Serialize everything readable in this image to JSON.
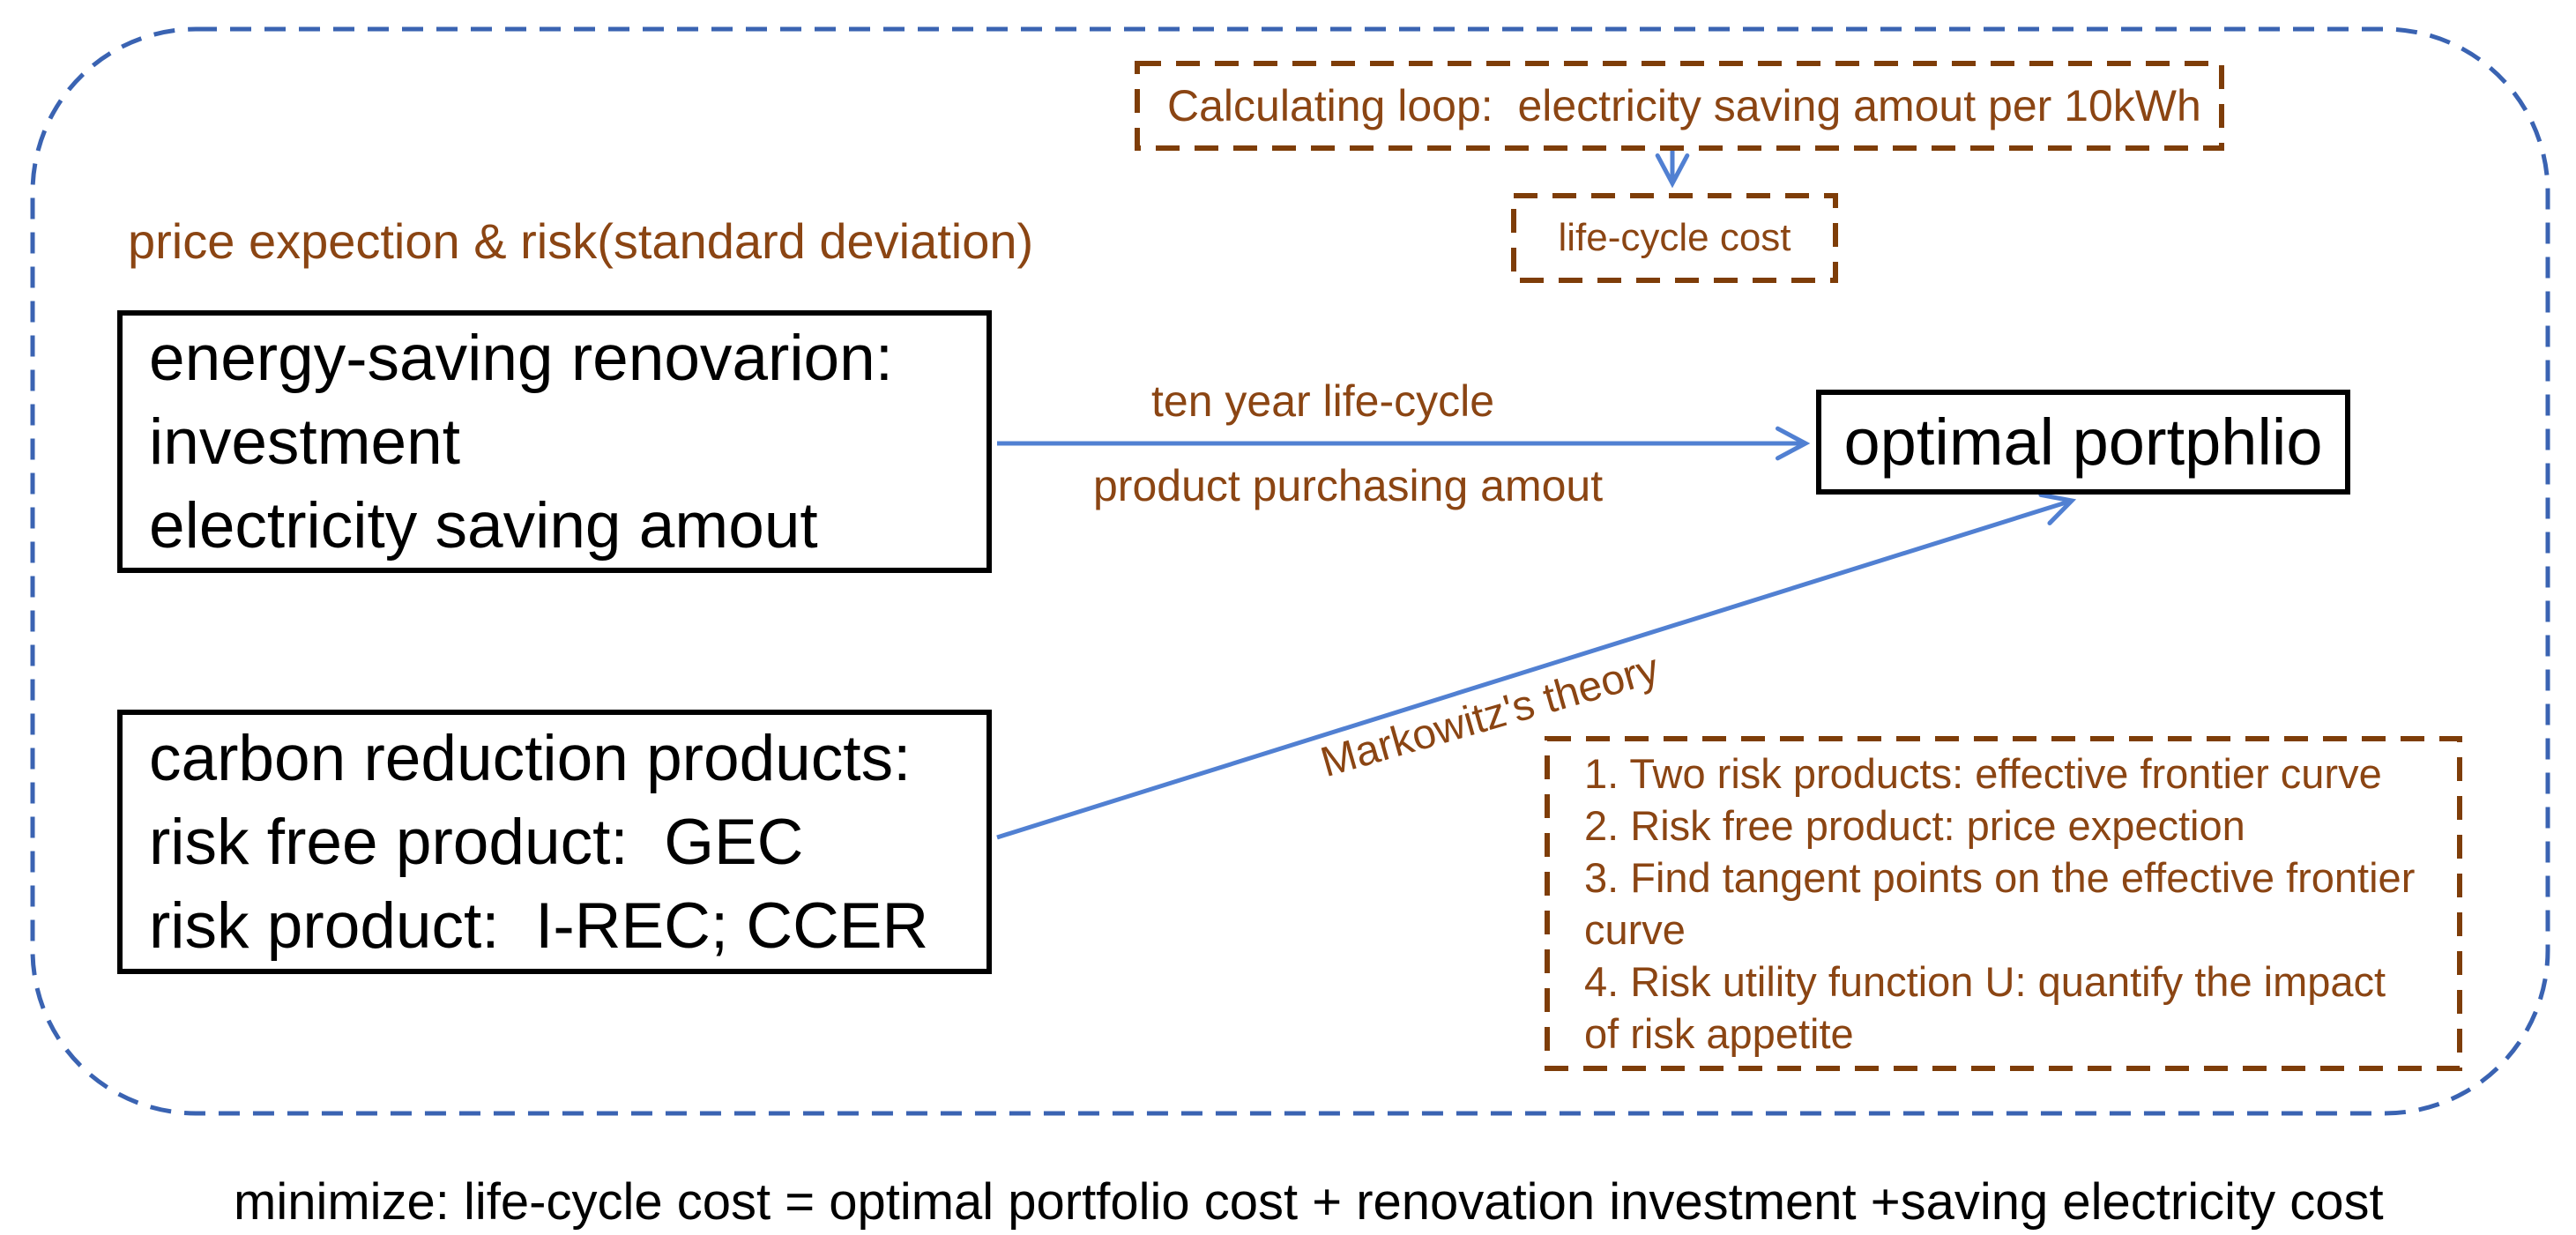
{
  "colors": {
    "brown_text": "#8B4513",
    "brown_border": "#7E3D08",
    "blue_arrow": "#5180D2",
    "blue_border": "#3A63B2",
    "box_border_black": "#000000"
  },
  "calc_loop_box": {
    "label": "Calculating loop:  electricity saving amout per 10kWh"
  },
  "life_cycle_box": {
    "label": "life-cycle cost"
  },
  "price_risk_label": {
    "text": "price expection & risk(standard deviation)"
  },
  "energy_box": {
    "lines": [
      "energy-saving renovarion:",
      "investment",
      "electricity saving amout"
    ]
  },
  "carbon_box": {
    "lines": [
      "carbon reduction products:",
      "risk free product:  GEC",
      "risk product:  I-REC; CCER"
    ]
  },
  "optimal_box": {
    "label": "optimal portphlio"
  },
  "arrows": {
    "energy_to_optimal": {
      "label_top": "ten year life-cycle",
      "label_bottom": "product purchasing amout"
    },
    "carbon_to_optimal": {
      "label": "Markowitz's theory"
    }
  },
  "theory_box": {
    "items": [
      "1. Two risk products: effective frontier curve",
      "2. Risk free product: price expection",
      "3. Find tangent points on the effective frontier curve",
      "4. Risk utility function U: quantify the impact of risk appetite"
    ]
  },
  "footer": {
    "text": "minimize: life-cycle cost = optimal portfolio cost + renovation investment +saving electricity cost"
  }
}
